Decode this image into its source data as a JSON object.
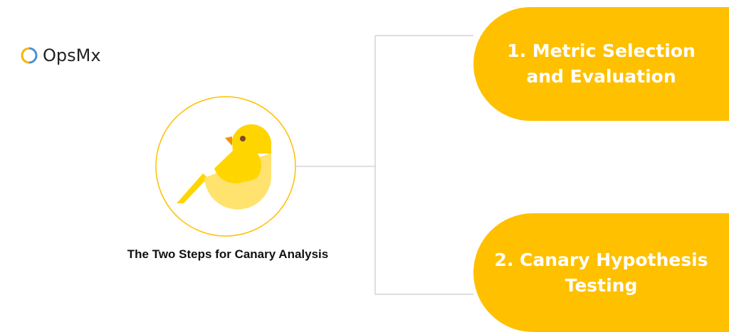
{
  "logo": {
    "text": "OpsMx"
  },
  "caption": "The Two Steps for Canary Analysis",
  "steps": [
    {
      "label": "1. Metric Selection and Evaluation"
    },
    {
      "label": "2. Canary Hypothesis Testing"
    }
  ],
  "colors": {
    "accent": "#FFC000",
    "bird": "#FFD500",
    "bird_light": "#FFE36E",
    "connector": "#BFBFBF"
  }
}
